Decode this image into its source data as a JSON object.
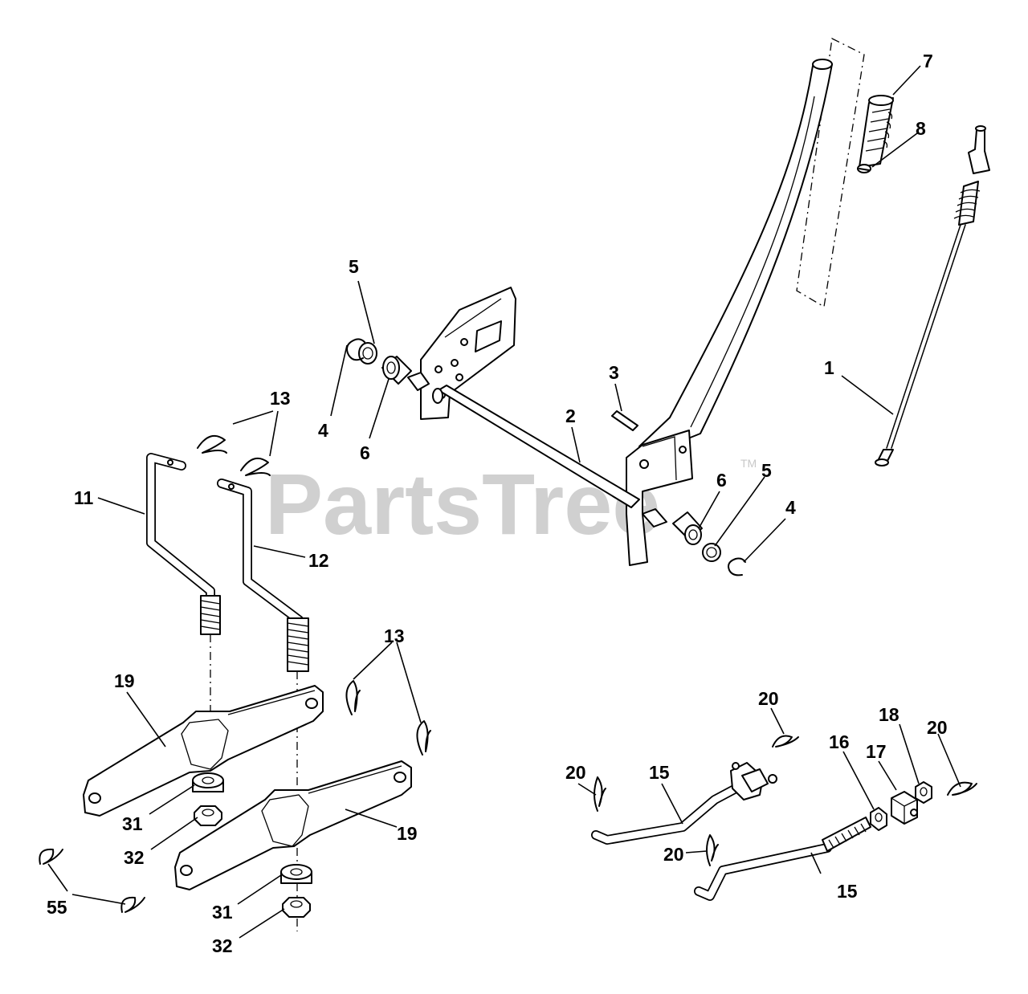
{
  "watermark": {
    "text": "PartsTree",
    "trademark": "TM"
  },
  "callouts": {
    "c1": "1",
    "c2": "2",
    "c3": "3",
    "c4a": "4",
    "c4b": "4",
    "c5a": "5",
    "c5b": "5",
    "c6a": "6",
    "c6b": "6",
    "c7": "7",
    "c8": "8",
    "c11": "11",
    "c12": "12",
    "c13a": "13",
    "c13b": "13",
    "c15a": "15",
    "c15b": "15",
    "c16": "16",
    "c17": "17",
    "c18": "18",
    "c19a": "19",
    "c19b": "19",
    "c20a": "20",
    "c20b": "20",
    "c20c": "20",
    "c20d": "20",
    "c31a": "31",
    "c31b": "31",
    "c32a": "32",
    "c32b": "32",
    "c55": "55"
  }
}
